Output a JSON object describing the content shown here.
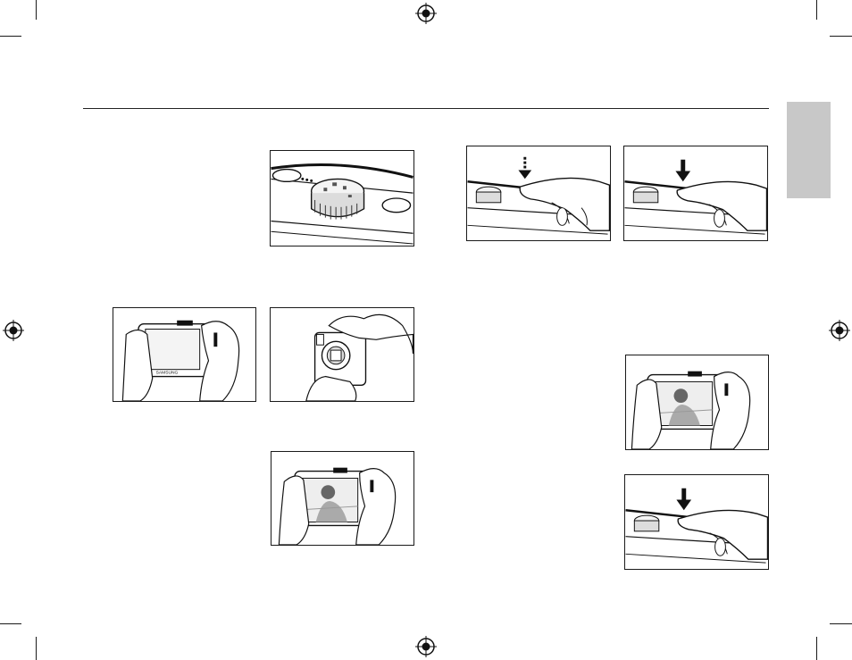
{
  "page": {
    "background": "#ffffff",
    "side_tab_color": "#c8c8c8",
    "line_color": "#1a1a1a"
  },
  "figures": [
    {
      "id": "mode-dial",
      "icon": "camera-mode-dial-illustration"
    },
    {
      "id": "half-press",
      "icon": "shutter-half-press-illustration"
    },
    {
      "id": "full-press",
      "icon": "shutter-full-press-illustration"
    },
    {
      "id": "hold-horizontal",
      "icon": "camera-hold-back-illustration"
    },
    {
      "id": "hold-front",
      "icon": "camera-hold-front-illustration"
    },
    {
      "id": "compose-lcd",
      "icon": "lcd-compose-illustration"
    },
    {
      "id": "compose-lcd-right",
      "icon": "lcd-compose-illustration"
    },
    {
      "id": "press-shutter",
      "icon": "shutter-full-press-illustration"
    }
  ],
  "registration_marks": [
    "registration-mark-icon",
    "registration-mark-icon",
    "registration-mark-icon",
    "registration-mark-icon"
  ]
}
